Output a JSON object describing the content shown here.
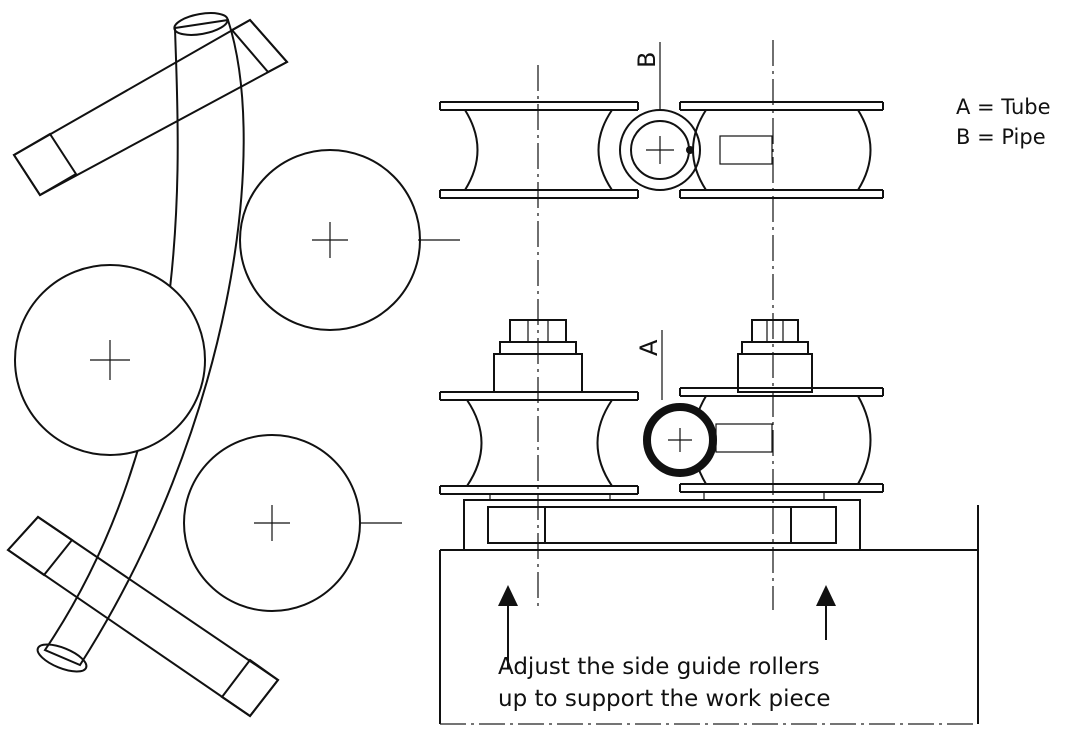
{
  "labels": {
    "b_marker": "B",
    "a_marker": "A"
  },
  "legend": {
    "line1": "A = Tube",
    "line2": "B = Pipe"
  },
  "caption": {
    "line1": "Adjust the side guide rollers",
    "line2": "up to support the work piece"
  }
}
